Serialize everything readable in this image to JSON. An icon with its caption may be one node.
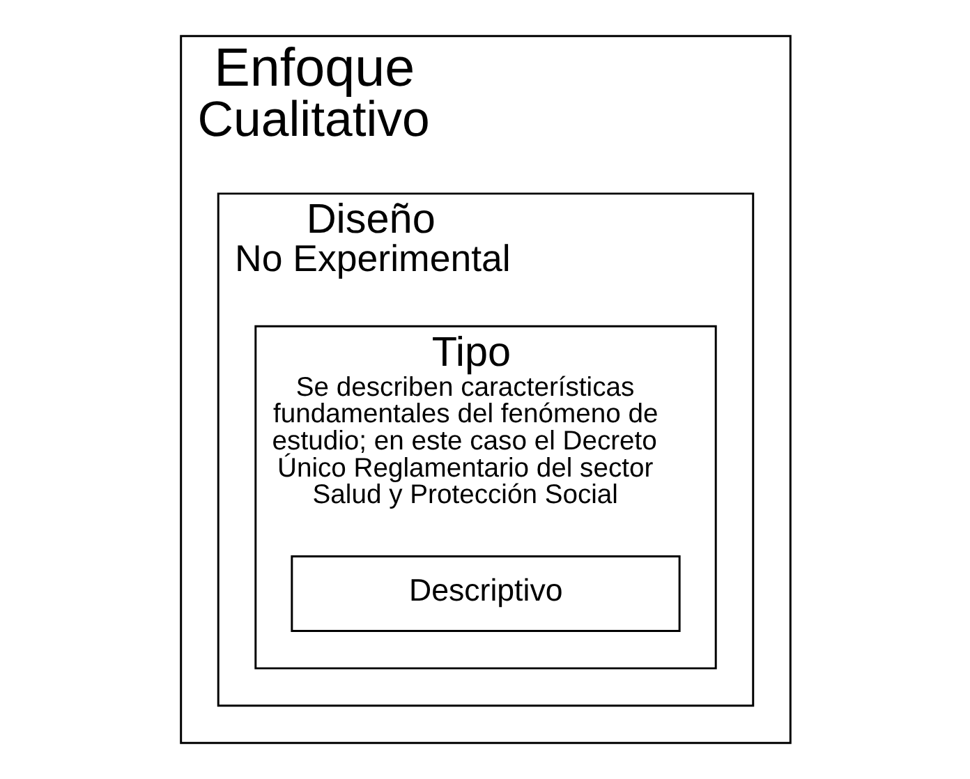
{
  "diagram": {
    "nodes": [
      {
        "text": [
          "Enfoque",
          "Cualitativo"
        ]
      },
      {
        "text": [
          "Diseño",
          "No Experimental"
        ],
        "in": 0
      },
      {
        "text": [
          "Tipo",
          "Se describen características fundamentales del fenómeno de estudio; en este caso el Decreto Único Reglamentario del sector Salud y Protección Social"
        ],
        "in": 1
      },
      {
        "text": [
          "Descriptivo"
        ],
        "in": 2
      }
    ],
    "edges": []
  }
}
